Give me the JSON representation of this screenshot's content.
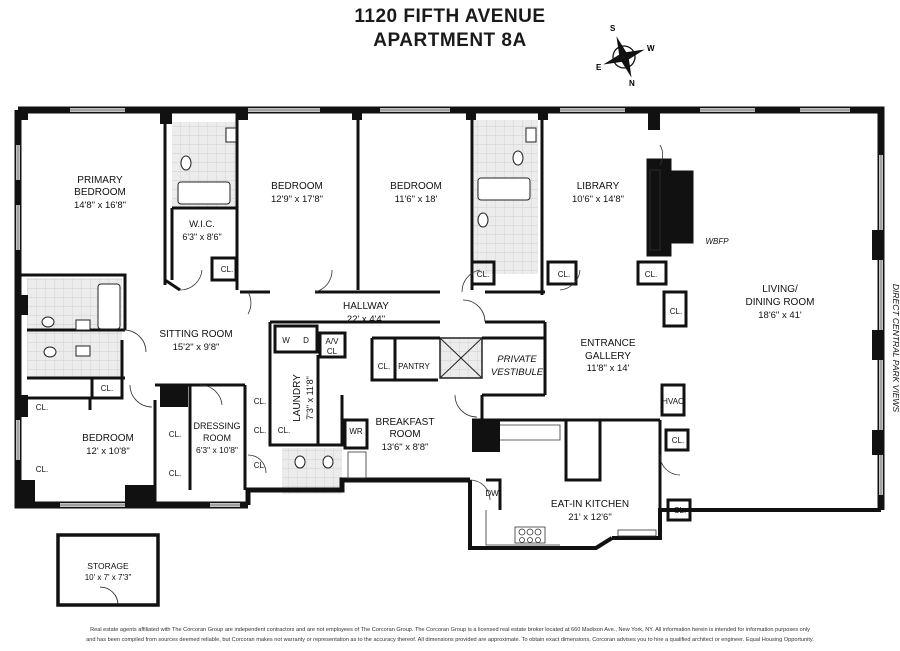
{
  "title": {
    "line1": "1120 FIFTH AVENUE",
    "line2": "APARTMENT 8A"
  },
  "compass": {
    "s": "S",
    "w": "W",
    "e": "E",
    "n": "N"
  },
  "rooms": {
    "primary_bedroom": {
      "name1": "PRIMARY",
      "name2": "BEDROOM",
      "dims": "14'8\" x 16'8\""
    },
    "wic": {
      "name": "W.I.C.",
      "dims": "6'3\" x 8'6\""
    },
    "bedroom2": {
      "name": "BEDROOM",
      "dims": "12'9\" x 17'8\""
    },
    "bedroom3": {
      "name": "BEDROOM",
      "dims": "11'6\" x 18'"
    },
    "library": {
      "name": "LIBRARY",
      "dims": "10'6\" x 14'8\""
    },
    "living": {
      "name1": "LIVING/",
      "name2": "DINING ROOM",
      "dims": "18'6\" x 41'"
    },
    "hallway": {
      "name": "HALLWAY",
      "dims": "22' x 4'4\""
    },
    "sitting": {
      "name": "SITTING ROOM",
      "dims": "15'2\" x 9'8\""
    },
    "entrance": {
      "name1": "ENTRANCE",
      "name2": "GALLERY",
      "dims": "11'8\" x 14'"
    },
    "vestibule": {
      "name1": "PRIVATE",
      "name2": "VESTIBULE"
    },
    "laundry": {
      "name": "LAUNDRY",
      "dims": "7'3\" x 11'8\""
    },
    "breakfast": {
      "name1": "BREAKFAST",
      "name2": "ROOM",
      "dims": "13'6\" x 8'8\""
    },
    "kitchen": {
      "name": "EAT-IN KITCHEN",
      "dims": "21' x 12'6\""
    },
    "bedroom4": {
      "name": "BEDROOM",
      "dims": "12' x 10'8\""
    },
    "dressing": {
      "name1": "DRESSING",
      "name2": "ROOM",
      "dims": "6'3\" x 10'8\""
    },
    "storage": {
      "name": "STORAGE",
      "dims": "10' x 7' x 7'3\""
    }
  },
  "labels": {
    "closet": "CL.",
    "pantry": "PANTRY",
    "hvac": "HVAC",
    "wbfp": "WBFP",
    "av1": "A/V",
    "av2": "CL",
    "washer": "W",
    "dryer": "D",
    "wine": "WR",
    "dishwasher": "DW",
    "views": "DIRECT CENTRAL PARK VIEWS"
  },
  "disclaimer": {
    "line1": "Real estate agents affiliated with The Corcoran Group are independent contractors and are not employees of The Corcoran Group. The Corcoran Group is a licensed real estate broker located at 660 Madison Ave., New York, NY. All information herein is intended for information purposes only",
    "line2": "and has been compiled from sources deemed reliable, but Corcoran makes not warranty or representation as to the accuracy thereof. All dimensions provided are approximate. To obtain exact dimensions, Corcoran advises you to hire a qualified architect or engineer. Equal Housing Opportunity."
  }
}
